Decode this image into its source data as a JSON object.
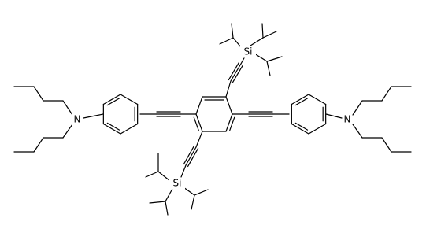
{
  "molecule": {
    "atom_labels": {
      "n_left": "N",
      "n_right": "N",
      "si_top": "Si",
      "si_bottom": "Si"
    },
    "colors": {
      "ink": "#000000",
      "background": "#ffffff"
    }
  }
}
